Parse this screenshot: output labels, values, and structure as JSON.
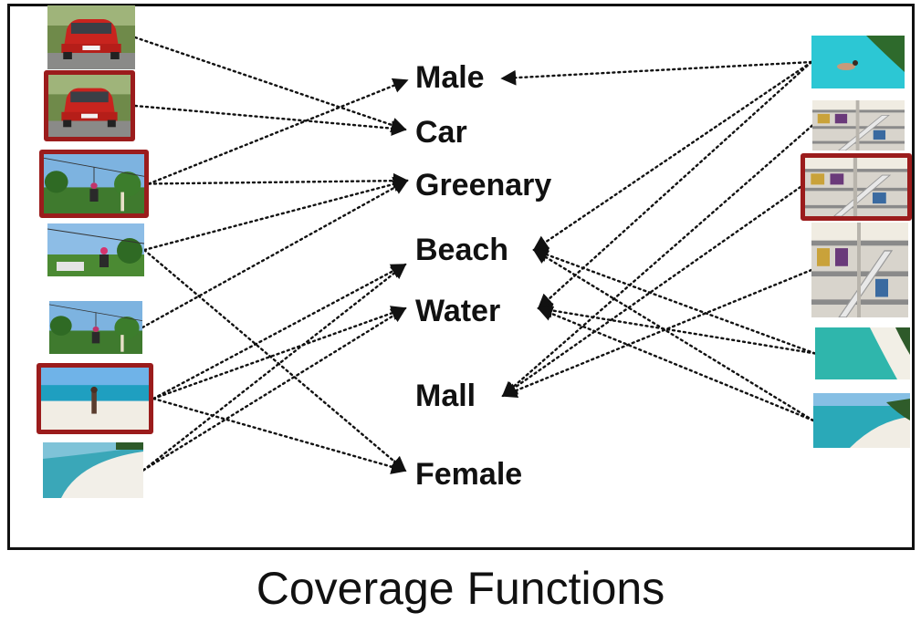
{
  "caption": "Coverage Functions",
  "colors": {
    "highlight": "#9b1c1c",
    "line": "#111111"
  },
  "concepts": [
    "Male",
    "Car",
    "Greenary",
    "Beach",
    "Water",
    "Mall",
    "Female"
  ],
  "left_images": [
    {
      "id": "L1",
      "scene": "red-car",
      "selected": false
    },
    {
      "id": "L2",
      "scene": "red-car",
      "selected": true
    },
    {
      "id": "L3",
      "scene": "zipline-greenery",
      "selected": true
    },
    {
      "id": "L4",
      "scene": "zipline-female",
      "selected": false
    },
    {
      "id": "L5",
      "scene": "zipline-greenery",
      "selected": false
    },
    {
      "id": "L6",
      "scene": "beach-female",
      "selected": true
    },
    {
      "id": "L7",
      "scene": "white-sand-beach",
      "selected": false
    }
  ],
  "right_images": [
    {
      "id": "R1",
      "scene": "swimming-water",
      "selected": false
    },
    {
      "id": "R2",
      "scene": "mall-interior",
      "selected": false
    },
    {
      "id": "R3",
      "scene": "mall-interior",
      "selected": true
    },
    {
      "id": "R4",
      "scene": "mall-interior",
      "selected": false
    },
    {
      "id": "R5",
      "scene": "aerial-beach",
      "selected": false
    },
    {
      "id": "R6",
      "scene": "beach-shore",
      "selected": false
    }
  ],
  "links": [
    {
      "from": "L1",
      "to": "Car"
    },
    {
      "from": "L2",
      "to": "Car"
    },
    {
      "from": "L3",
      "to": "Male"
    },
    {
      "from": "L3",
      "to": "Greenary"
    },
    {
      "from": "L4",
      "to": "Greenary"
    },
    {
      "from": "L4",
      "to": "Female"
    },
    {
      "from": "L5",
      "to": "Greenary"
    },
    {
      "from": "L6",
      "to": "Beach"
    },
    {
      "from": "L6",
      "to": "Water"
    },
    {
      "from": "L6",
      "to": "Female"
    },
    {
      "from": "L7",
      "to": "Beach"
    },
    {
      "from": "L7",
      "to": "Water"
    },
    {
      "from": "R1",
      "to": "Male"
    },
    {
      "from": "R1",
      "to": "Water"
    },
    {
      "from": "R1",
      "to": "Beach"
    },
    {
      "from": "R2",
      "to": "Mall"
    },
    {
      "from": "R3",
      "to": "Mall"
    },
    {
      "from": "R4",
      "to": "Mall"
    },
    {
      "from": "R5",
      "to": "Beach"
    },
    {
      "from": "R5",
      "to": "Water"
    },
    {
      "from": "R6",
      "to": "Beach"
    },
    {
      "from": "R6",
      "to": "Water"
    }
  ]
}
